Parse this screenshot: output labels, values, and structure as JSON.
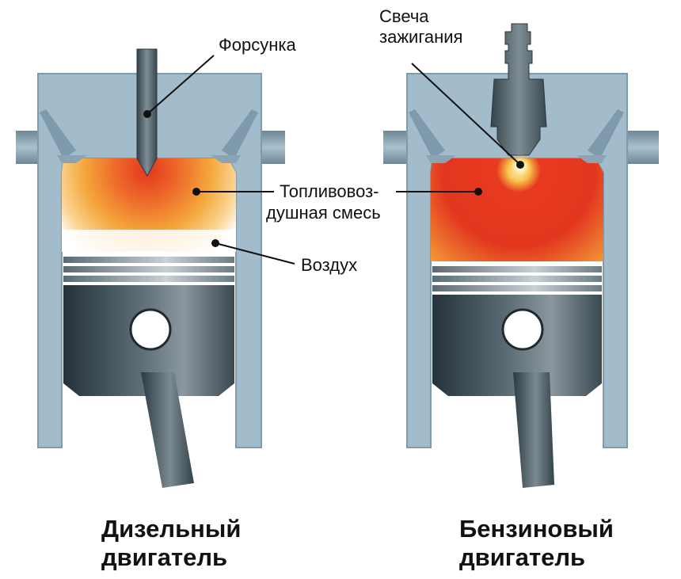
{
  "labels": {
    "injector": "Форсунка",
    "spark_plug_line1": "Свеча",
    "spark_plug_line2": "зажигания",
    "mixture_line1": "Топливовоз-",
    "mixture_line2": "душная смесь",
    "air": "Воздух"
  },
  "captions": {
    "diesel_line1": "Дизельный",
    "diesel_line2": "двигатель",
    "petrol_line1": "Бензиновый",
    "petrol_line2": "двигатель"
  },
  "colors": {
    "cylinder_wall": "#a3bccb",
    "cylinder_edge": "#7f9aab",
    "piston_dark": "#2f3d46",
    "piston_light": "#7d8b93",
    "mixture_orange": "#f3a43a",
    "mixture_red": "#e2361e",
    "air": "#ffffff",
    "leader_line": "#111111"
  }
}
